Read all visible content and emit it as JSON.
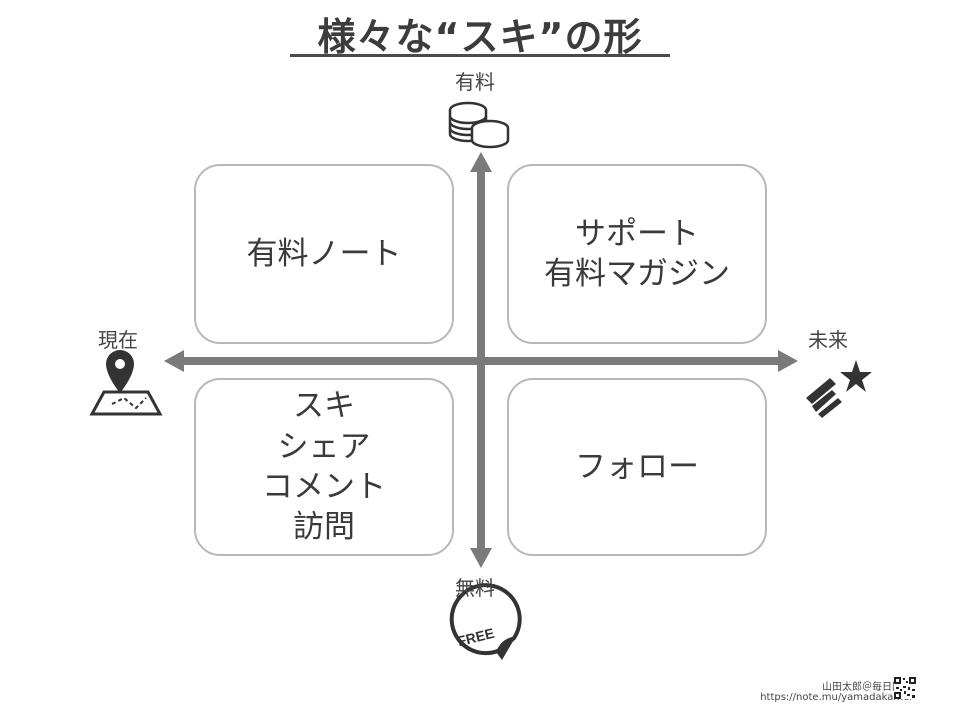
{
  "title": "様々な“スキ”の形",
  "axes": {
    "top": "有料",
    "bottom": "無料",
    "left": "現在",
    "right": "未来"
  },
  "quadrants": {
    "top_left": [
      "有料ノート"
    ],
    "top_right": [
      "サポート",
      "有料マガジン"
    ],
    "bottom_left": [
      "スキ",
      "シェア",
      "コメント",
      "訪問"
    ],
    "bottom_right": [
      "フォロー"
    ]
  },
  "icons": {
    "top": "coins-icon",
    "bottom": "free-badge-icon",
    "left": "map-pin-icon",
    "right": "shooting-star-icon",
    "free_badge_text": "FREE"
  },
  "credit": {
    "author": "山田太郎＠毎日図解",
    "url": "https://note.mu/yamadakamei"
  },
  "colors": {
    "arrow": "#7a7a7a",
    "box_border": "#b8b8b8",
    "text": "#3a3a3a",
    "icon": "#444444"
  }
}
